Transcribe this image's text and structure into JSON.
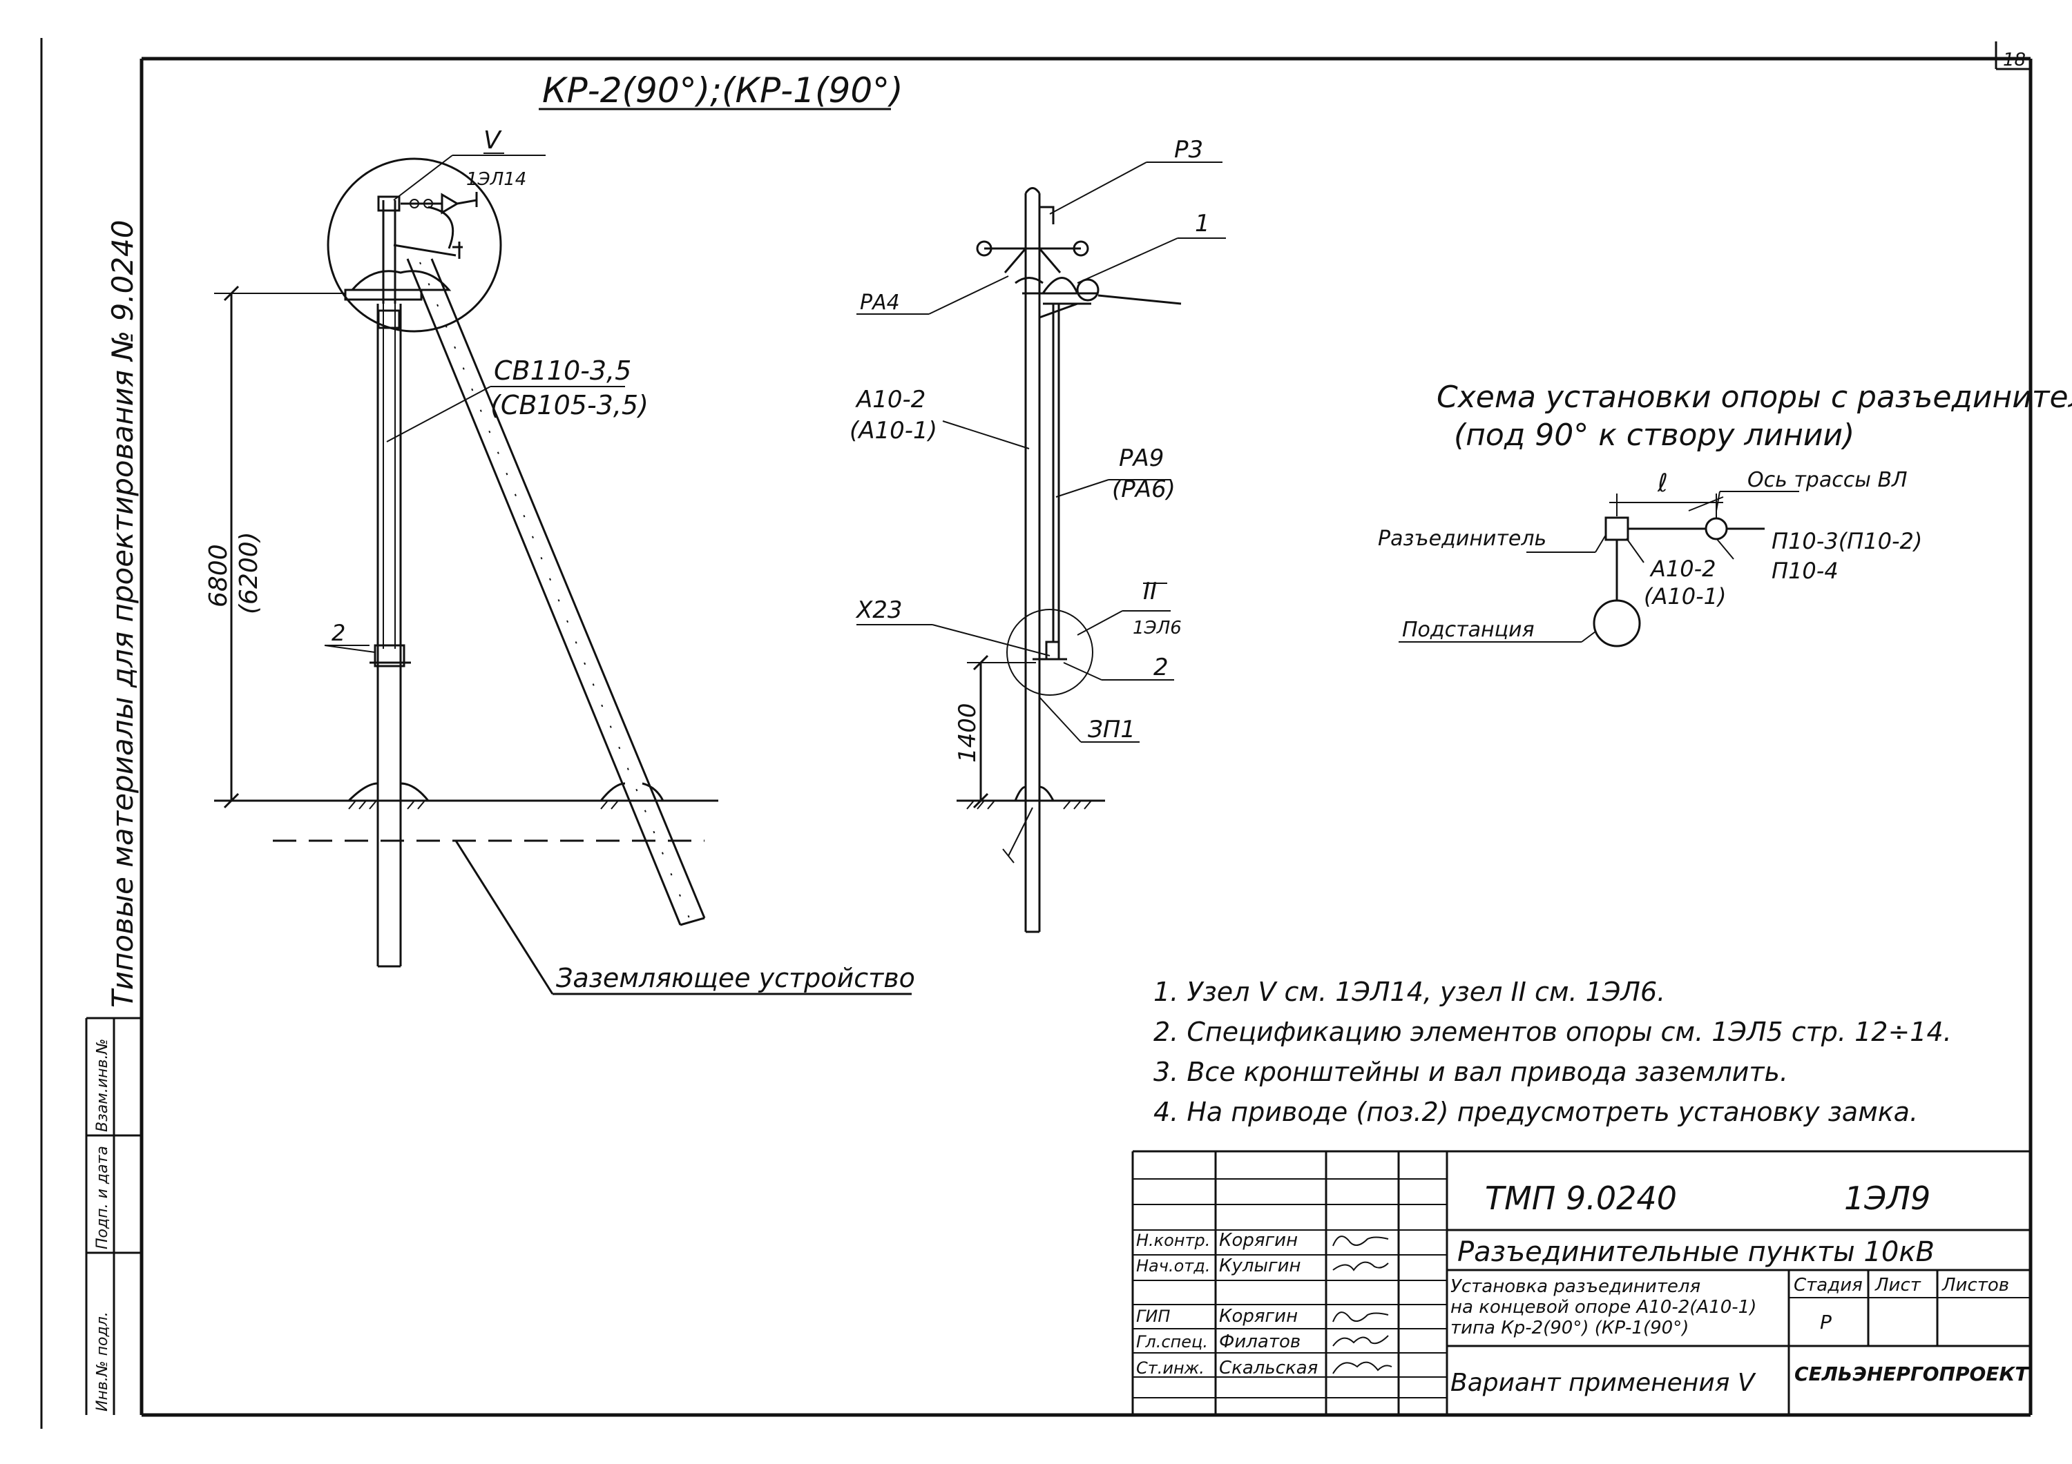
{
  "sheet_number": "18",
  "side_title": "Типовые материалы для проектирования № 9.0240",
  "side_stamp": [
    "Инв.№ подл.",
    "Подп. и дата",
    "Взам.инв.№"
  ],
  "main_title": "КР-2(90°);(КР-1(90°)",
  "left_pole": {
    "node_ref": "V",
    "node_sheet": "1ЭЛ14",
    "post_label": "СВ110-3,5",
    "post_label_alt": "(СВ105-3,5)",
    "height": "6800",
    "height_alt": "(6200)",
    "pos_2": "2",
    "ground_label": "Заземляющее устройство"
  },
  "right_pole": {
    "p3": "Р3",
    "p1": "1",
    "ra4": "РА4",
    "a10": "А10-2",
    "a10_alt": "(А10-1)",
    "ra9": "РА9",
    "ra9_alt": "(РА6)",
    "x23": "Х23",
    "node_ref": "II",
    "node_sheet": "1ЭЛ6",
    "pos_2": "2",
    "zp1": "ЗП1",
    "height": "1400"
  },
  "scheme": {
    "title_1": "Схема установки опоры с разъединителем",
    "title_2": "(под 90° к створу линии)",
    "l": "ℓ",
    "axis": "Ось трассы ВЛ",
    "disconnector": "Разъединитель",
    "substation": "Подстанция",
    "a10": "А10-2",
    "a10_alt": "(А10-1)",
    "p10": "П10-3(П10-2)",
    "p10_4": "П10-4"
  },
  "notes": [
    "1. Узел V см. 1ЭЛ14, узел II см. 1ЭЛ6.",
    "2. Спецификацию элементов опоры см. 1ЭЛ5 стр. 12÷14.",
    "3. Все кронштейны и вал привода заземлить.",
    "4. На приводе (поз.2) предусмотреть установку замка."
  ],
  "title_block": {
    "doc_code": "ТМП 9.0240",
    "sheet_code": "1ЭЛ9",
    "project": "Разъединительные пункты 10кВ",
    "drawing_1": "Установка разъединителя",
    "drawing_2": "на концевой опоре А10-2(А10-1)",
    "drawing_3": "типа Кр-2(90°) (КР-1(90°)",
    "stage_h": "Стадия",
    "sheet_h": "Лист",
    "sheets_h": "Листов",
    "stage": "Р",
    "variant": "Вариант применения V",
    "org": "СЕЛЬЭНЕРГОПРОЕКТ",
    "roles": [
      "Н.контр.",
      "Нач.отд.",
      "ГИП",
      "Гл.спец.",
      "Ст.инж."
    ],
    "names": [
      "Корягин",
      "Кулыгин",
      "Корягин",
      "Филатов",
      "Скальская"
    ]
  }
}
